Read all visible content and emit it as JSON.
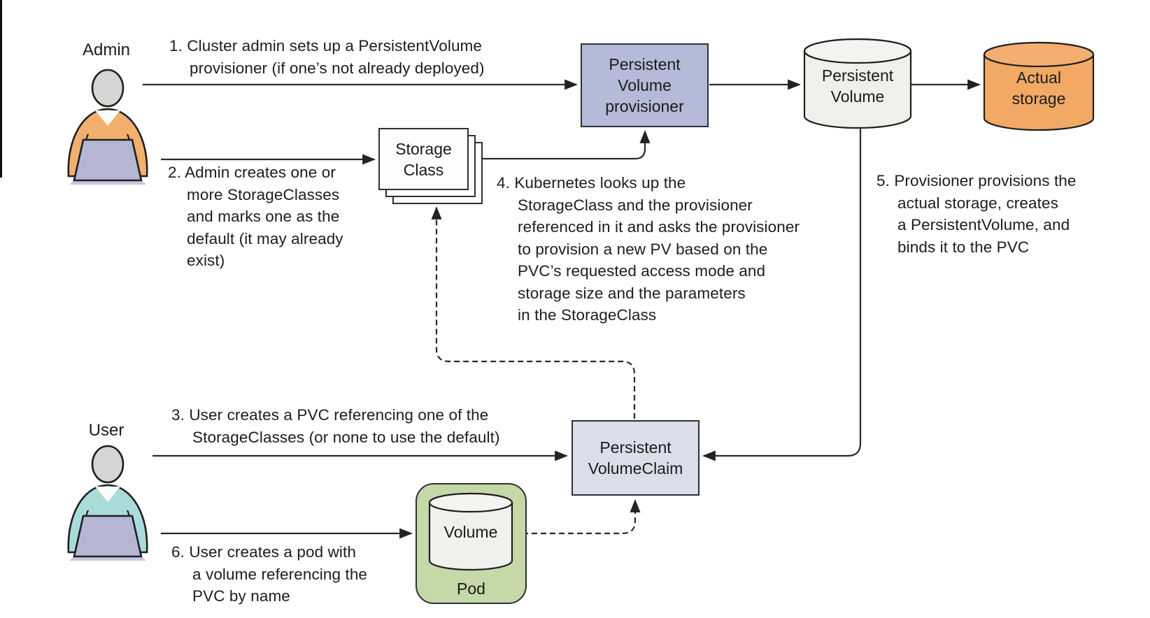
{
  "actors": {
    "admin": {
      "label": "Admin"
    },
    "user": {
      "label": "User"
    }
  },
  "nodes": {
    "provisioner": {
      "label": "Persistent\nVolume\nprovisioner"
    },
    "storage_class": {
      "label": "Storage\nClass"
    },
    "persistent_volume": {
      "label": "Persistent\nVolume"
    },
    "actual_storage": {
      "label": "Actual\nstorage"
    },
    "pvc": {
      "label": "Persistent\nVolumeClaim"
    },
    "volume": {
      "label": "Volume"
    },
    "pod": {
      "label": "Pod"
    }
  },
  "steps": [
    {
      "text": "1. Cluster admin sets up a PersistentVolume\nprovisioner (if one’s not already deployed)"
    },
    {
      "text": "2. Admin creates one or\nmore StorageClasses\nand marks one as the\ndefault (it may already\nexist)"
    },
    {
      "text": "3. User creates a PVC referencing one of the\nStorageClasses (or none to use the default)"
    },
    {
      "text": "4. Kubernetes looks up the\nStorageClass and the provisioner\nreferenced in it and asks the provisioner\nto provision a new PV based on the\nPVC’s requested access mode and\nstorage size and the parameters\nin the StorageClass"
    },
    {
      "text": "5. Provisioner provisions the\nactual storage, creates\na PersistentVolume, and\nbinds it to the PVC"
    },
    {
      "text": "6. User creates a pod with\na volume referencing the\nPVC by name"
    }
  ],
  "colors": {
    "node_provisioner_fill": "#b4bbd8",
    "node_storage_class_fill": "#fdfdfb",
    "node_pv_fill": "#efefec",
    "node_pv_top_fill": "#f3f3f0",
    "node_actual_storage_fill": "#f1a965",
    "node_actual_storage_top_fill": "#f3ae70",
    "node_pvc_fill": "#dbdde9",
    "node_pod_fill": "#c5d8a8",
    "node_volume_fill": "#f0f0ed",
    "node_volume_top_fill": "#f4f4f1",
    "actor_admin_shirt": "#f2af6d",
    "actor_user_shirt": "#a9dbda",
    "actor_head": "#d6d6d4",
    "actor_collar": "#fbfbf9",
    "laptop": "#b4b6d3",
    "laptop_shadow": "#c9c3e3",
    "line": "#2a2a2a"
  }
}
